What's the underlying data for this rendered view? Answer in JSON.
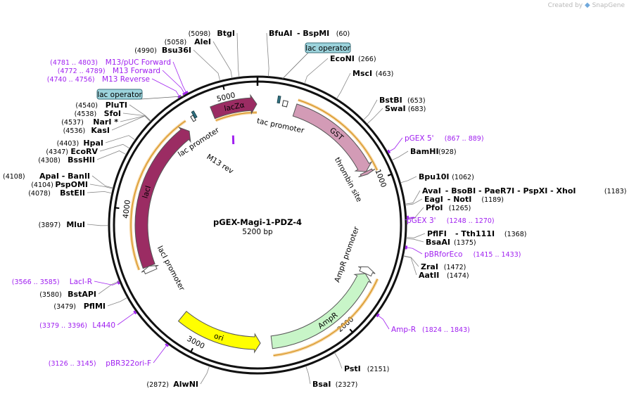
{
  "brand": {
    "created_by": "Created by",
    "name": "SnapGene"
  },
  "plasmid": {
    "name": "pGEX-Magi-1-PDZ-4",
    "length": 5200,
    "length_label": "5200 bp"
  },
  "ticks": [
    1000,
    2000,
    3000,
    4000,
    5000
  ],
  "features": [
    {
      "name": "lacZα",
      "type": "arrow",
      "start": 4885,
      "end": 5195,
      "dir": 1,
      "color": "#9b2c63",
      "label_inside": true
    },
    {
      "name": "GST",
      "type": "arrow",
      "start": 260,
      "end": 922,
      "dir": 1,
      "color": "#d39bb6",
      "label_inside": true
    },
    {
      "name": "thrombin site",
      "type": "arrow",
      "start": 922,
      "end": 942,
      "dir": 1,
      "color": "#d39bb6",
      "label_inside": false
    },
    {
      "name": "AmpR promoter",
      "type": "arrow",
      "start": 1600,
      "end": 1650,
      "dir": -1,
      "color": "#ffffff",
      "label_inside": false
    },
    {
      "name": "AmpR",
      "type": "arrow",
      "start": 1650,
      "end": 2500,
      "dir": -1,
      "color": "#c8f5c8",
      "label_inside": true
    },
    {
      "name": "ori",
      "type": "arrow",
      "start": 2580,
      "end": 3170,
      "dir": -1,
      "color": "#ffff00",
      "label_inside": true
    },
    {
      "name": "lacI promoter",
      "type": "arrow",
      "start": 3560,
      "end": 3600,
      "dir": 1,
      "color": "#ffffff",
      "label_inside": false
    },
    {
      "name": "lacI",
      "type": "arrow",
      "start": 3600,
      "end": 4680,
      "dir": 1,
      "color": "#9b2c63",
      "label_inside": true
    },
    {
      "name": "lac promoter",
      "type": "box",
      "start": 4742,
      "end": 4760,
      "color": "#ffffff",
      "label_inside": false
    },
    {
      "name": "tac promoter",
      "type": "box",
      "start": 170,
      "end": 200,
      "color": "#ffffff",
      "label_inside": false
    },
    {
      "name": "M13 rev",
      "type": "primer",
      "start": 4960,
      "end": 4980,
      "label_inside": false
    }
  ],
  "operators": [
    {
      "label": "lac operator",
      "bp": 140
    },
    {
      "label": "lac operator",
      "bp": 4770
    }
  ],
  "enzymes_right": [
    {
      "name": "BfuAI",
      "extra": "BspMI",
      "pos": "(60)",
      "bp": 60,
      "label": [
        382,
        51
      ]
    },
    {
      "name": "EcoNI",
      "extra": "",
      "pos": "(266)",
      "bp": 266,
      "label": [
        469,
        87
      ]
    },
    {
      "name": "MscI",
      "extra": "",
      "pos": "(463)",
      "bp": 463,
      "label": [
        501,
        108
      ]
    },
    {
      "name": "BstBI",
      "extra": "",
      "pos": "(653)",
      "bp": 653,
      "label": [
        539,
        146
      ]
    },
    {
      "name": "SwaI",
      "extra": "",
      "pos": "(683)",
      "bp": 683,
      "label": [
        547,
        158
      ]
    },
    {
      "name": "BamHI",
      "extra": "",
      "pos": "(928)",
      "bp": 928,
      "label": [
        583,
        219
      ]
    },
    {
      "name": "Bpu10I",
      "extra": "",
      "pos": "(1062)",
      "bp": 1062,
      "label": [
        595,
        255
      ]
    },
    {
      "name": "AvaI",
      "extra": "BsoBI - PaeR7I - PspXI - XhoI",
      "pos": "(1183)",
      "bp": 1183,
      "label": [
        600,
        275
      ]
    },
    {
      "name": "EagI",
      "extra": "NotI",
      "pos": "(1189)",
      "bp": 1189,
      "label": [
        603,
        287
      ]
    },
    {
      "name": "PfoI",
      "extra": "",
      "pos": "(1265)",
      "bp": 1265,
      "label": [
        605,
        299
      ]
    },
    {
      "name": "PflFI",
      "extra": "Tth111I",
      "pos": "(1368)",
      "bp": 1368,
      "label": [
        607,
        336
      ]
    },
    {
      "name": "BsaAI",
      "extra": "",
      "pos": "(1375)",
      "bp": 1375,
      "label": [
        605,
        348
      ]
    },
    {
      "name": "ZraI",
      "extra": "",
      "pos": "(1472)",
      "bp": 1472,
      "label": [
        598,
        383
      ]
    },
    {
      "name": "AatII",
      "extra": "",
      "pos": "(1474)",
      "bp": 1474,
      "label": [
        595,
        395
      ]
    },
    {
      "name": "PstI",
      "extra": "",
      "pos": "(2151)",
      "bp": 2151,
      "label": [
        489,
        528
      ]
    },
    {
      "name": "BsaI",
      "extra": "",
      "pos": "(2327)",
      "bp": 2327,
      "label": [
        444,
        550
      ]
    }
  ],
  "enzymes_left": [
    {
      "name": "BtgI",
      "pos": "(5098)",
      "bp": 5098,
      "label": [
        334,
        51
      ]
    },
    {
      "name": "AleI",
      "pos": "(5058)",
      "bp": 5058,
      "label": [
        300,
        63
      ]
    },
    {
      "name": "Bsu36I",
      "pos": "(4990)",
      "bp": 4990,
      "label": [
        272,
        75
      ]
    },
    {
      "name": "PluTI",
      "pos": "(4540)",
      "bp": 4540,
      "label": [
        181,
        153
      ]
    },
    {
      "name": "SfoI",
      "pos": "(4538)",
      "bp": 4538,
      "label": [
        172,
        165
      ]
    },
    {
      "name": "NarI *",
      "pos": "(4537)",
      "bp": 4537,
      "label": [
        168,
        177
      ]
    },
    {
      "name": "KasI",
      "pos": "(4536)",
      "bp": 4536,
      "label": [
        156,
        189
      ]
    },
    {
      "name": "HpaI",
      "pos": "(4403)",
      "bp": 4403,
      "label": [
        147,
        207
      ]
    },
    {
      "name": "EcoRV",
      "pos": "(4347)",
      "bp": 4347,
      "label": [
        139,
        219
      ]
    },
    {
      "name": "BssHII",
      "pos": "(4308)",
      "bp": 4308,
      "label": [
        135,
        231
      ]
    },
    {
      "name": "ApaI - BanII",
      "pos": "(4108)",
      "bp": 4108,
      "label": [
        128,
        254
      ]
    },
    {
      "name": "PspOMI",
      "pos": "(4104)",
      "bp": 4104,
      "label": [
        125,
        266
      ]
    },
    {
      "name": "BstEII",
      "pos": "(4078)",
      "bp": 4078,
      "label": [
        121,
        278
      ]
    },
    {
      "name": "MluI",
      "pos": "(3897)",
      "bp": 3897,
      "label": [
        121,
        323
      ]
    },
    {
      "name": "BstAPI",
      "pos": "(3580)",
      "bp": 3580,
      "label": [
        137,
        422
      ]
    },
    {
      "name": "PflMI",
      "pos": "(3479)",
      "bp": 3479,
      "label": [
        150,
        439
      ]
    },
    {
      "name": "AlwNI",
      "pos": "(2872)",
      "bp": 2872,
      "label": [
        282,
        550
      ]
    }
  ],
  "primers_right": [
    {
      "name": "pGEX 5'",
      "range": "(867 .. 889)",
      "bp": 878,
      "label": [
        575,
        200
      ]
    },
    {
      "name": "pGEX 3'",
      "range": "(1248 .. 1270)",
      "bp": 1259,
      "label": [
        578,
        317
      ]
    },
    {
      "name": "pBRforEco",
      "range": "(1415 .. 1433)",
      "bp": 1424,
      "label": [
        603,
        365
      ]
    },
    {
      "name": "Amp-R",
      "range": "(1824 .. 1843)",
      "bp": 1833,
      "label": [
        556,
        472
      ]
    }
  ],
  "primers_left": [
    {
      "name": "M13/pUC Forward",
      "range": "(4781 .. 4803)",
      "bp": 4792,
      "label": [
        243,
        92
      ]
    },
    {
      "name": "M13 Forward",
      "range": "(4772 .. 4789)",
      "bp": 4780,
      "label": [
        228,
        104
      ]
    },
    {
      "name": "M13 Reverse",
      "range": "(4740 .. 4756)",
      "bp": 4748,
      "label": [
        213,
        116
      ]
    },
    {
      "name": "LacI-R",
      "range": "(3566 .. 3585)",
      "bp": 3575,
      "label": [
        131,
        404
      ]
    },
    {
      "name": "L4440",
      "range": "(3379 .. 3396)",
      "bp": 3387,
      "label": [
        164,
        466
      ]
    },
    {
      "name": "pBR322ori-F",
      "range": "(3126 .. 3145)",
      "bp": 3135,
      "label": [
        215,
        520
      ]
    }
  ]
}
